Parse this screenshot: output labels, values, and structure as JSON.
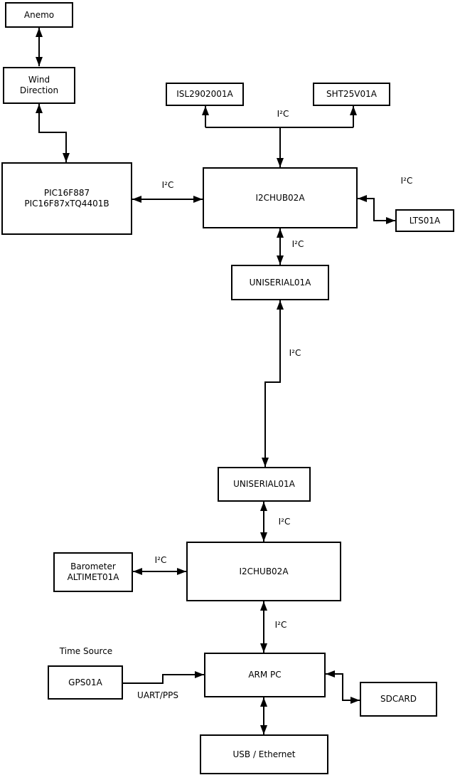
{
  "colors": {
    "stroke": "#000000",
    "background": "#ffffff",
    "box_fill": "#ffffff"
  },
  "nodes": {
    "anemo": {
      "lines": [
        "Anemo"
      ]
    },
    "wind_direction": {
      "lines": [
        "Wind",
        "Direction"
      ]
    },
    "pic_controller": {
      "lines": [
        "PIC16F887",
        "PIC16F87xTQ4401B"
      ]
    },
    "isl_sensor": {
      "lines": [
        "ISL2902001A"
      ]
    },
    "sht_sensor": {
      "lines": [
        "SHT25V01A"
      ]
    },
    "i2c_hub_top": {
      "lines": [
        "I2CHUB02A"
      ]
    },
    "lts_sensor": {
      "lines": [
        "LTS01A"
      ]
    },
    "uniserial_top": {
      "lines": [
        "UNISERIAL01A"
      ]
    },
    "uniserial_bottom": {
      "lines": [
        "UNISERIAL01A"
      ]
    },
    "i2c_hub_bottom": {
      "lines": [
        "I2CHUB02A"
      ]
    },
    "barometer": {
      "lines": [
        "Barometer",
        "ALTIMET01A"
      ]
    },
    "gps": {
      "lines": [
        "GPS01A"
      ]
    },
    "arm_pc": {
      "lines": [
        "ARM PC"
      ]
    },
    "sdcard": {
      "lines": [
        "SDCARD"
      ]
    },
    "usb_ethernet": {
      "lines": [
        "USB / Ethernet"
      ]
    }
  },
  "edge_labels": {
    "i2c_sensors": "I²C",
    "i2c_pic_hub": "I²C",
    "i2c_hub_lts": "I²C",
    "i2c_hub_serial": "I²C",
    "i2c_serial_link": "I²C",
    "i2c_serial_hub2": "I²C",
    "i2c_barometer_hub": "I²C",
    "i2c_hub_arm": "I²C",
    "time_source": "Time Source",
    "uart_pps": "UART/PPS"
  }
}
